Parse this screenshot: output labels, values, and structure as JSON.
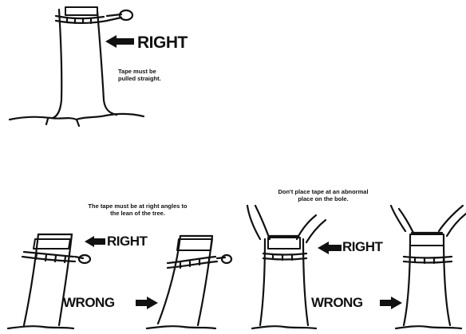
{
  "panels": [
    {
      "id": "panel-1",
      "right_label": "RIGHT",
      "note_lines": [
        "Tape must be",
        "pulled straight."
      ]
    },
    {
      "id": "panel-2",
      "note_lines": [
        "The tape must be at right angles to",
        "the lean of the tree."
      ],
      "right_label": "RIGHT",
      "wrong_label": "WRONG"
    },
    {
      "id": "panel-3",
      "note_lines": [
        "Don't place tape at an abnormal",
        "place on the bole."
      ],
      "right_label": "RIGHT",
      "wrong_label": "WRONG"
    }
  ],
  "colors": {
    "ink": "#111111",
    "paper": "#ffffff"
  },
  "icons": [
    "tree-trunk-icon",
    "measuring-tape-icon",
    "arrow-left-icon",
    "arrow-right-icon"
  ]
}
